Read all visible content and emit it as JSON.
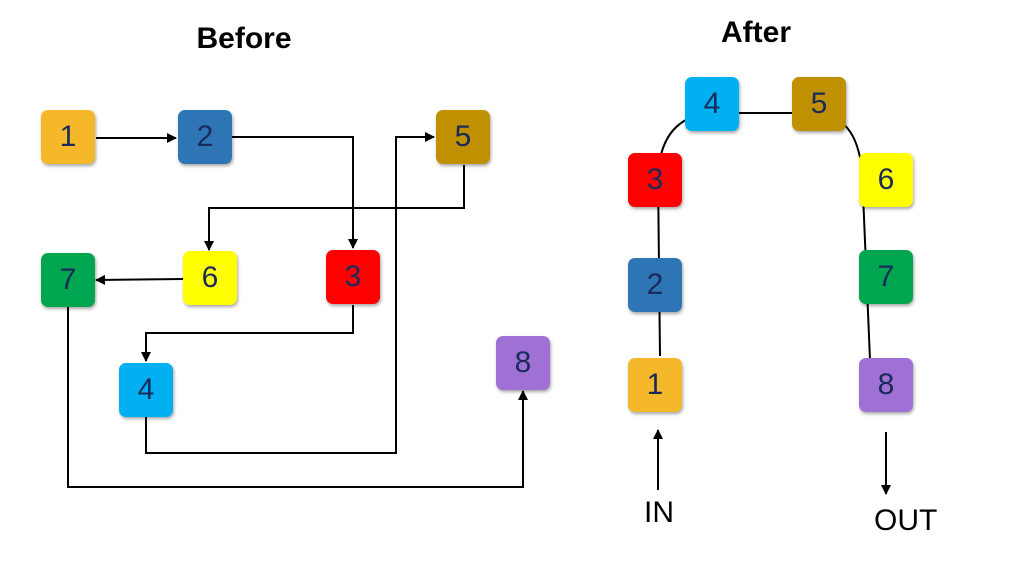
{
  "before": {
    "title": "Before",
    "nodes": [
      {
        "label": "1",
        "color": "#F5B82A"
      },
      {
        "label": "2",
        "color": "#2E75B6"
      },
      {
        "label": "5",
        "color": "#BF9000"
      },
      {
        "label": "7",
        "color": "#00A550"
      },
      {
        "label": "6",
        "color": "#FFFF00"
      },
      {
        "label": "3",
        "color": "#FF0000"
      },
      {
        "label": "8",
        "color": "#A071D4"
      },
      {
        "label": "4",
        "color": "#00B0F0"
      }
    ]
  },
  "after": {
    "title": "After",
    "nodes": [
      {
        "label": "4",
        "color": "#00B0F0"
      },
      {
        "label": "5",
        "color": "#BF9000"
      },
      {
        "label": "3",
        "color": "#FF0000"
      },
      {
        "label": "6",
        "color": "#FFFF00"
      },
      {
        "label": "2",
        "color": "#2E75B6"
      },
      {
        "label": "7",
        "color": "#00A550"
      },
      {
        "label": "1",
        "color": "#F5B82A"
      },
      {
        "label": "8",
        "color": "#A071D4"
      }
    ],
    "in_label": "IN",
    "out_label": "OUT"
  }
}
